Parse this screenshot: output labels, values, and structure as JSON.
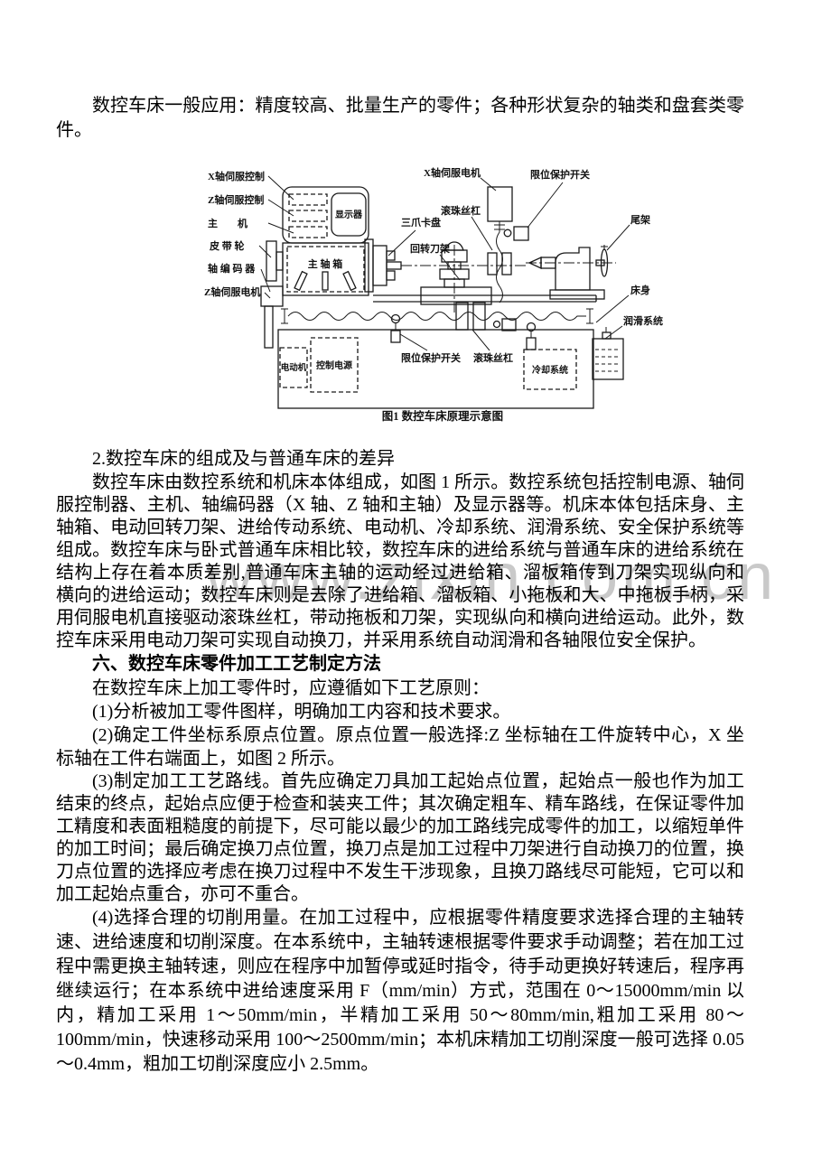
{
  "watermark": "www.zixin.com.cn",
  "document": {
    "intro": "数控车床一般应用：精度较高、批量生产的零件；各种形状复杂的轴类和盘套类零件。",
    "section2_title": "2.数控车床的组成及与普通车床的差异",
    "section2_body": "数控车床由数控系统和机床本体组成，如图 1 所示。数控系统包括控制电源、轴伺服控制器、主机、轴编码器（X 轴、Z 轴和主轴）及显示器等。机床本体包括床身、主轴箱、电动回转刀架、进给传动系统、电动机、冷却系统、润滑系统、安全保护系统等组成。数控车床与卧式普通车床相比较，数控车床的进给系统与普通车床的进给系统在结构上存在着本质差别,普通车床主轴的运动经过进给箱、溜板箱传到刀架实现纵向和横向的进给运动；数控车床则是去除了进给箱、溜板箱、小拖板和大、中拖板手柄，采用伺服电机直接驱动滚珠丝杠，带动拖板和刀架，实现纵向和横向进给运动。此外，数控车床采用电动刀架可实现自动换刀，并采用系统自动润滑和各轴限位安全保护。",
    "section6_title": "六、数控车床零件加工工艺制定方法",
    "section6_intro": "在数控车床上加工零件时，应遵循如下工艺原则：",
    "item1": "(1)分析被加工零件图样，明确加工内容和技术要求。",
    "item2": "(2)确定工件坐标系原点位置。原点位置一般选择:Z 坐标轴在工件旋转中心，X 坐标轴在工件右端面上，如图 2 所示。",
    "item3": "(3)制定加工工艺路线。首先应确定刀具加工起始点位置，起始点一般也作为加工结束的终点，起始点应便于检查和装夹工件；其次确定粗车、精车路线，在保证零件加工精度和表面粗糙度的前提下，尽可能以最少的加工路线完成零件的加工，以缩短单件的加工时间；最后确定换刀点位置，换刀点是加工过程中刀架进行自动换刀的位置，换刀点位置的选择应考虑在换刀过程中不发生干涉现象，且换刀路线尽可能短，它可以和加工起始点重合，亦可不重合。",
    "item4": "(4)选择合理的切削用量。在加工过程中，应根据零件精度要求选择合理的主轴转速、进给速度和切削深度。在本系统中，主轴转速根据零件要求手动调整；若在加工过程中需更换主轴转速，则应在程序中加暂停或延时指令，待手动更换好转速后，程序再继续运行；在本系统中进给速度采用 F（mm/min）方式，范围在 0～15000mm/min 以内，精加工采用 1～50mm/min，半精加工采用 50～80mm/min,粗加工采用 80～100mm/min，快速移动采用 100～2500mm/min；本机床精加工切削深度一般可选择 0.05～0.4mm，粗加工切削深度应小 2.5mm。"
  },
  "figure": {
    "caption": "图1  数控车床原理示意图",
    "labels": {
      "x_servo_ctrl": "X轴伺服控制",
      "z_servo_ctrl": "Z轴伺服控制",
      "host": "主　　机",
      "belt": "皮 带 轮",
      "encoder": "轴 编 码 器",
      "z_servo_motor": "Z轴伺服电机",
      "display": "显示器",
      "headstock": "主 轴 箱",
      "chuck": "三爪卡盘",
      "turret": "回转刀架",
      "x_servo_motor": "X轴伺服电机",
      "ballscrew_top": "滚珠丝杠",
      "limit_top": "限位保护开关",
      "tailstock": "尾架",
      "bed": "床身",
      "lube": "润滑系统",
      "motor": "电动机",
      "power": "控制电源",
      "limit_bottom": "限位保护开关",
      "ballscrew_bottom": "滚珠丝杠",
      "cooling": "冷却系统"
    }
  }
}
